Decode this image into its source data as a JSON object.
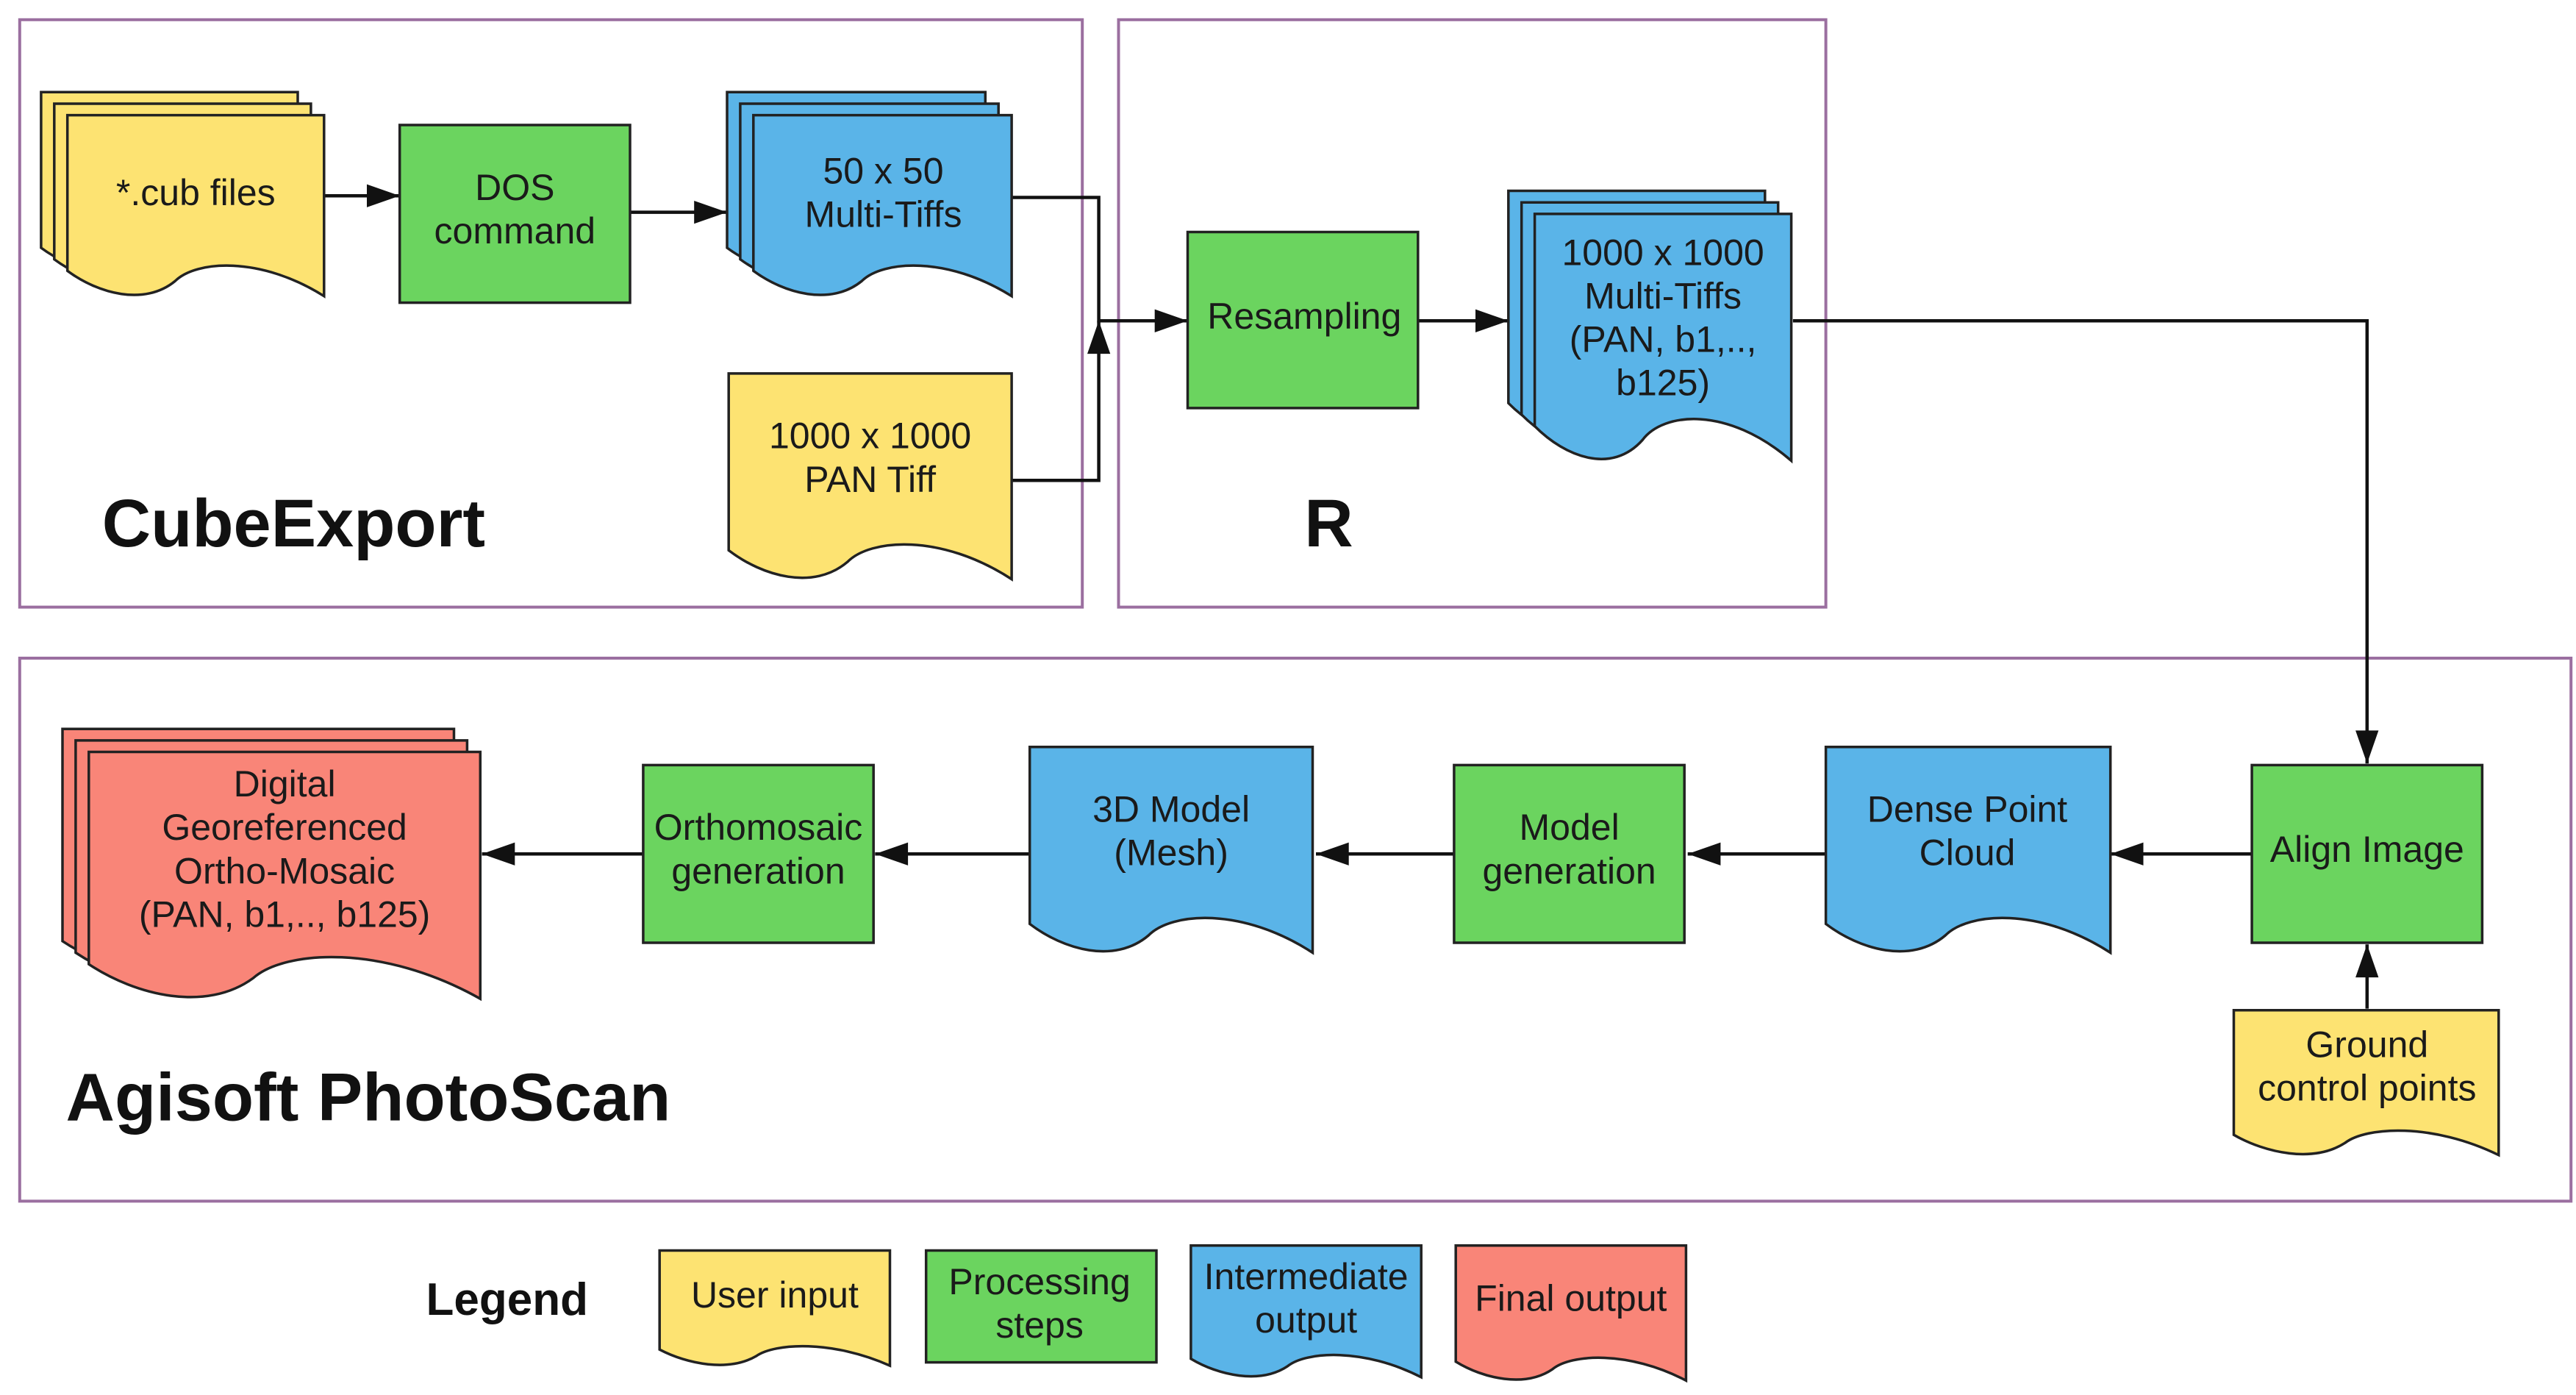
{
  "colors": {
    "user_input": "#fde372",
    "processing": "#6bd45f",
    "intermediate": "#5ab4e8",
    "final_output": "#f98578",
    "frame": "#9b6fa0"
  },
  "groups": {
    "cubeexport": "CubeExport",
    "r": "R",
    "photoscan": "Agisoft PhotoScan"
  },
  "nodes": {
    "cub_files": [
      "*.cub files"
    ],
    "dos_command": [
      "DOS",
      "command"
    ],
    "multi_tiffs_50": [
      "50 x  50",
      "Multi-Tiffs"
    ],
    "pan_tiff": [
      "1000 x 1000",
      "PAN Tiff"
    ],
    "resampling": [
      "Resampling"
    ],
    "multi_tiffs_1000": [
      "1000 x 1000",
      "Multi-Tiffs",
      "(PAN, b1,..,",
      "b125)"
    ],
    "align_image": [
      "Align Image"
    ],
    "gcp": [
      "Ground",
      "control points"
    ],
    "dense_cloud": [
      "Dense Point",
      "Cloud"
    ],
    "model_generation": [
      "Model",
      "generation"
    ],
    "mesh": [
      "3D Model",
      "(Mesh)"
    ],
    "ortho_generation": [
      "Orthomosaic",
      "generation"
    ],
    "ortho_mosaic": [
      "Digital",
      "Georeferenced",
      "Ortho-Mosaic",
      "(PAN, b1,.., b125)"
    ]
  },
  "legend": {
    "title": "Legend",
    "user_input": [
      "User input"
    ],
    "processing": [
      "Processing",
      "steps"
    ],
    "intermediate": [
      "Intermediate",
      "output"
    ],
    "final_output": [
      "Final output"
    ]
  }
}
